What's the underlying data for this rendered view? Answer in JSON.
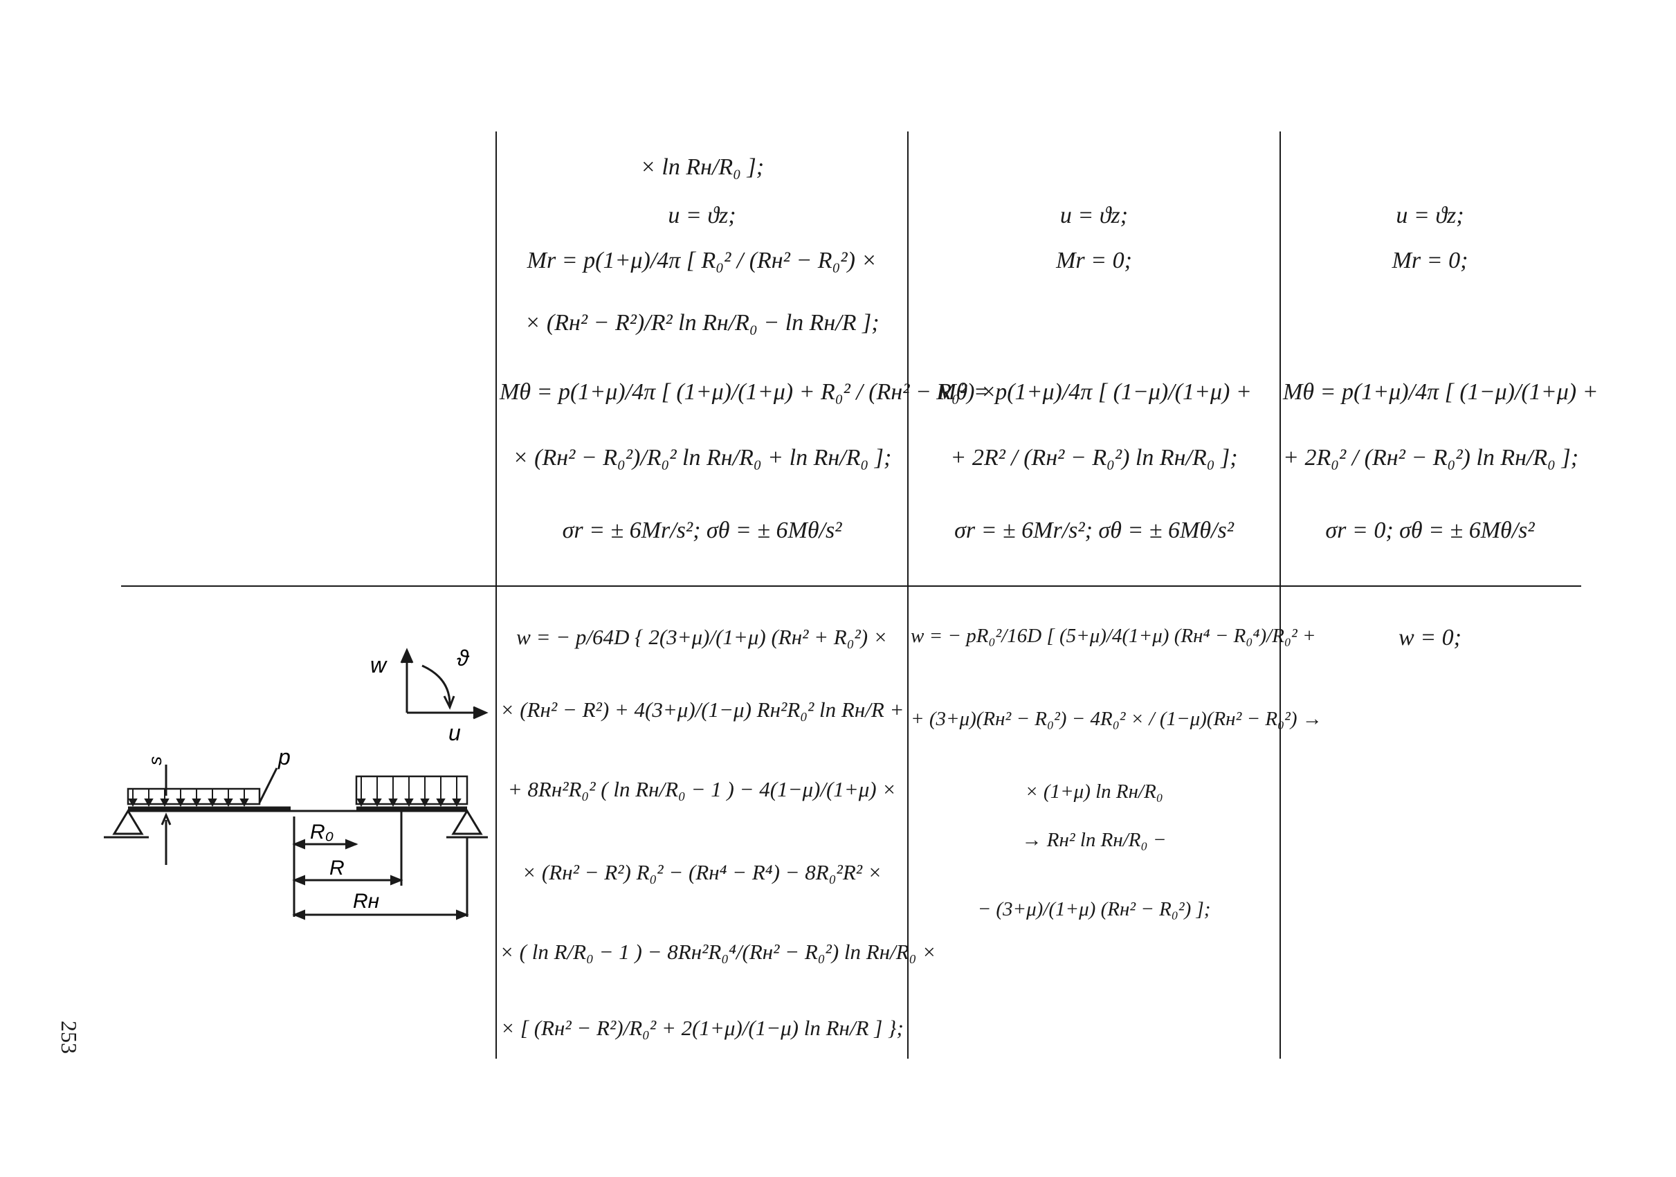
{
  "page_number": "253",
  "diagram": {
    "load_label": "p",
    "axis_w": "w",
    "axis_u": "u",
    "axis_theta": "ϑ",
    "thickness_label": "s",
    "dim_r0": "R₀",
    "dim_r": "R",
    "dim_rn": "Rн"
  },
  "top_row": {
    "col2": [
      "× ln Rн/R₀ ];",
      "u = ϑz;",
      "Mr = p(1+μ)/4π [ R₀² / (Rн² − R₀²) ×",
      "× (Rн² − R²)/R² ln Rн/R₀ − ln Rн/R ];",
      "Mθ = p(1+μ)/4π [ (1+μ)/(1+μ) + R₀² / (Rн² − R₀²) ×",
      "× (Rн² − R₀²)/R₀² ln Rн/R₀ + ln Rн/R₀ ];",
      "σr = ± 6Mr/s²;  σθ = ± 6Mθ/s²"
    ],
    "col3": [
      "u = ϑz;",
      "Mr = 0;",
      "Mθ = p(1+μ)/4π [ (1−μ)/(1+μ) +",
      "+ 2R² / (Rн² − R₀²) ln Rн/R₀ ];",
      "σr = ± 6Mr/s²;  σθ = ± 6Mθ/s²"
    ],
    "col4": [
      "u = ϑz;",
      "Mr = 0;",
      "Mθ = p(1+μ)/4π [ (1−μ)/(1+μ) +",
      "+ 2R₀² / (Rн² − R₀²) ln Rн/R₀ ];",
      "σr = 0;  σθ = ± 6Mθ/s²"
    ]
  },
  "bottom_row": {
    "col2": [
      "w = − p/64D { 2(3+μ)/(1+μ) (Rн² + R₀²) ×",
      "× (Rн² − R²) + 4(3+μ)/(1−μ) Rн²R₀² ln Rн/R +",
      "+ 8Rн²R₀² ( ln Rн/R₀ − 1 ) − 4(1−μ)/(1+μ) ×",
      "× (Rн² − R²) R₀² − (Rн⁴ − R⁴) − 8R₀²R² ×",
      "× ( ln R/R₀ − 1 ) − 8Rн²R₀⁴/(Rн² − R₀²) ln Rн/R₀ ×",
      "× [ (Rн² − R²)/R₀² + 2(1+μ)/(1−μ) ln Rн/R ] };"
    ],
    "col3": [
      "w = − pR₀²/16D [ (5+μ)/4(1+μ) (Rн⁴ − R₀⁴)/R₀² +",
      "+ (3+μ)(Rн² − R₀²) − 4R₀² × / (1−μ)(Rн² − R₀²) →",
      "× (1+μ) ln Rн/R₀",
      "→ Rн² ln Rн/R₀ −",
      "− (3+μ)/(1+μ) (Rн² − R₀²) ];"
    ],
    "col4": [
      "w = 0;"
    ]
  }
}
